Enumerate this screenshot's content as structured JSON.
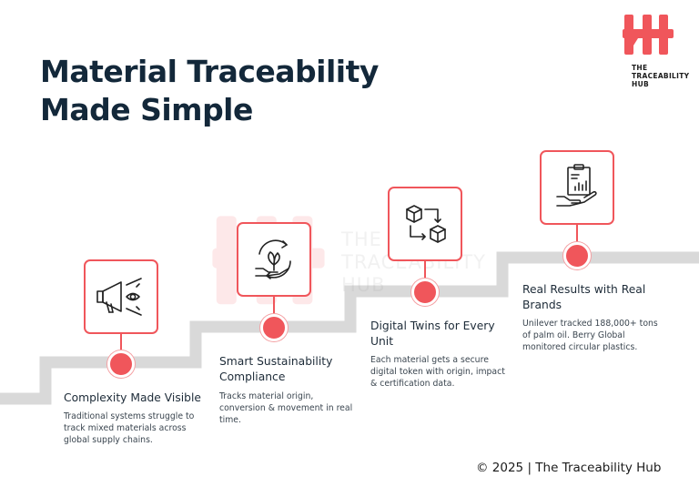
{
  "page": {
    "title_line1": "Material Traceability",
    "title_line2": "Made Simple",
    "footer": "© 2025 | The Traceability Hub"
  },
  "logo": {
    "line1": "THE",
    "line2": "TRACEABILITY",
    "line3": "HUB"
  },
  "watermark": {
    "line1": "THE",
    "line2": "TRACEABILITY",
    "line3": "HUB"
  },
  "colors": {
    "accent": "#f0565b",
    "stairs": "#d9d9d9",
    "heading": "#13283a"
  },
  "steps": [
    {
      "icon": "megaphone-icon",
      "title": "Complexity Made Visible",
      "description": "Traditional systems struggle to track mixed materials across global supply chains."
    },
    {
      "icon": "eco-globe-hand-icon",
      "title": "Smart Sustainability Compliance",
      "description": "Tracks material origin, conversion & movement in real time."
    },
    {
      "icon": "cubes-network-icon",
      "title": "Digital Twins for Every Unit",
      "description": "Each material gets a secure digital token with origin, impact & certification data."
    },
    {
      "icon": "report-hand-icon",
      "title": "Real Results with Real Brands",
      "description": "Unilever tracked 188,000+ tons of palm oil. Berry Global monitored circular plastics."
    }
  ]
}
